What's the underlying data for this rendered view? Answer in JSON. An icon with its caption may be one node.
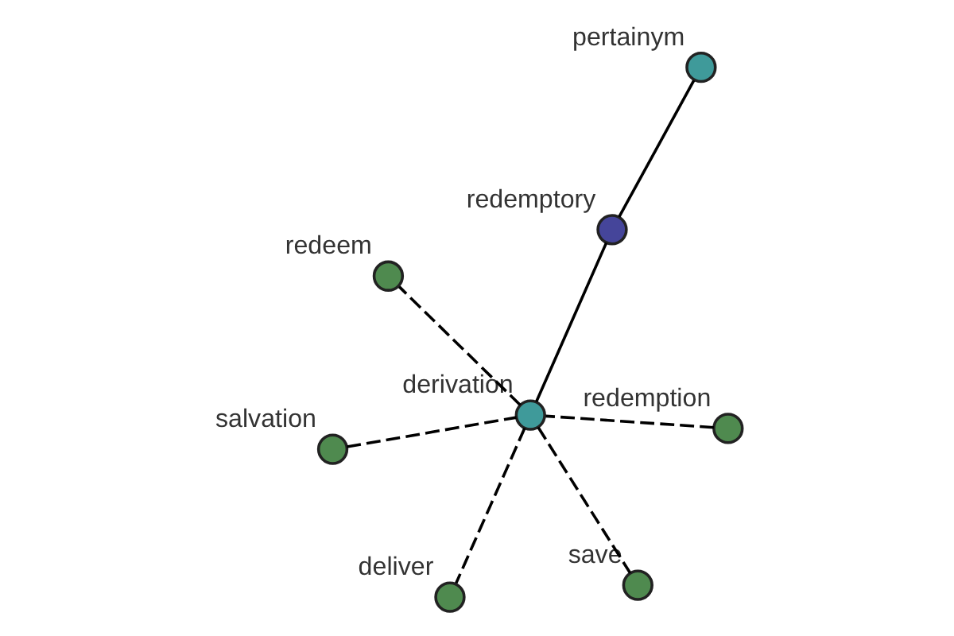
{
  "diagram": {
    "nodes": [
      {
        "text": [
          "salvation"
        ]
      },
      {
        "text": [
          "redemption"
        ]
      },
      {
        "text": [
          "derivation"
        ]
      },
      {
        "text": [
          "redemptory"
        ]
      },
      {
        "text": [
          "pertainym"
        ]
      },
      {
        "text": [
          "redeem"
        ]
      },
      {
        "text": [
          "deliver"
        ]
      },
      {
        "text": [
          "save"
        ]
      }
    ],
    "edges": [
      {
        "from": 0,
        "to": 2,
        "arrow": "none",
        "style": "dashed"
      },
      {
        "from": 1,
        "to": 2,
        "arrow": "none",
        "style": "dashed"
      },
      {
        "from": 2,
        "to": 3,
        "arrow": "none"
      },
      {
        "from": 3,
        "to": 4,
        "arrow": "none"
      },
      {
        "from": 2,
        "to": 5,
        "arrow": "none",
        "style": "dashed"
      },
      {
        "from": 2,
        "to": 6,
        "arrow": "none",
        "style": "dashed"
      },
      {
        "from": 2,
        "to": 7,
        "arrow": "none",
        "style": "dashed"
      }
    ]
  }
}
